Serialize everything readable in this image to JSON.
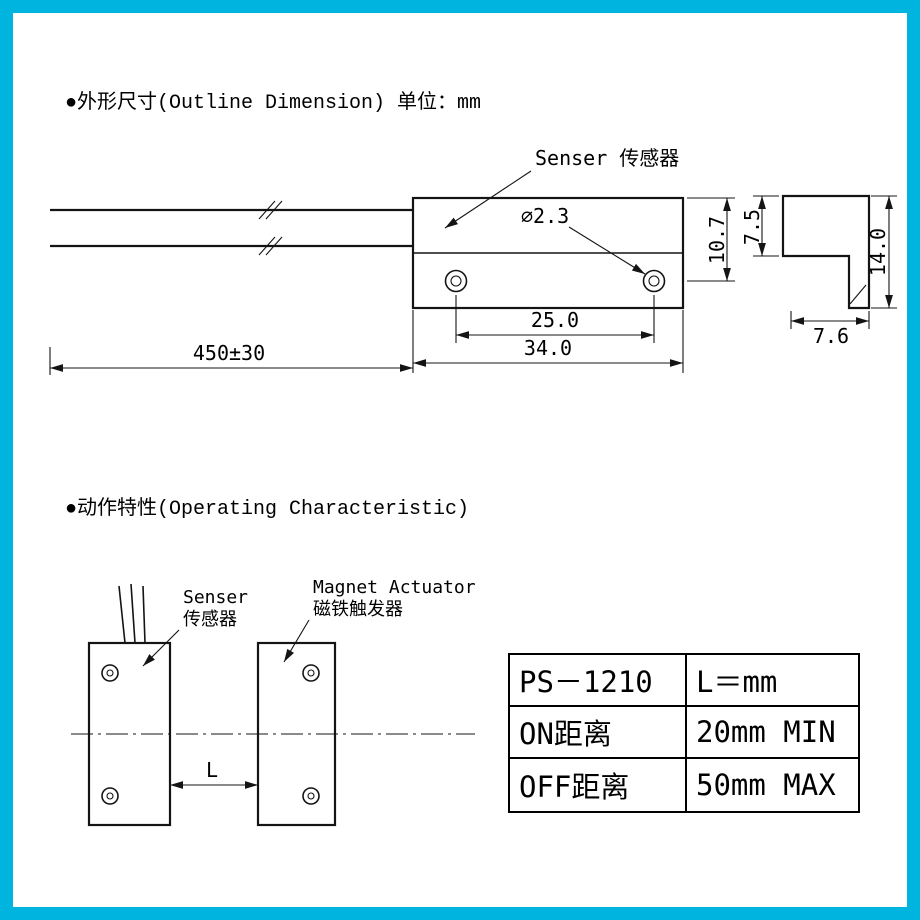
{
  "page": {
    "border_color": "#00b4e0"
  },
  "outline": {
    "heading": "●外形尺寸(Outline Dimension) 单位：mm",
    "sensor_callout": "Senser 传感器",
    "dims": {
      "hole_diameter": "⌀2.3",
      "body_height": "10.7",
      "hole_spacing": "25.0",
      "body_width": "34.0",
      "wire_length": "450±30",
      "side_top_height": "7.5",
      "side_total_height": "14.0",
      "side_depth": "7.6"
    }
  },
  "operating": {
    "heading": "●动作特性(Operating Characteristic)",
    "sensor_label_en": "Senser",
    "sensor_label_zh": "传感器",
    "magnet_label_en": "Magnet Actuator",
    "magnet_label_zh": "磁铁触发器",
    "gap_label": "L",
    "table": {
      "rows": [
        {
          "label": "PS－1210",
          "value": "L＝mm"
        },
        {
          "label": "ON距离",
          "value": "20mm MIN"
        },
        {
          "label": "OFF距离",
          "value": "50mm MAX"
        }
      ]
    }
  }
}
